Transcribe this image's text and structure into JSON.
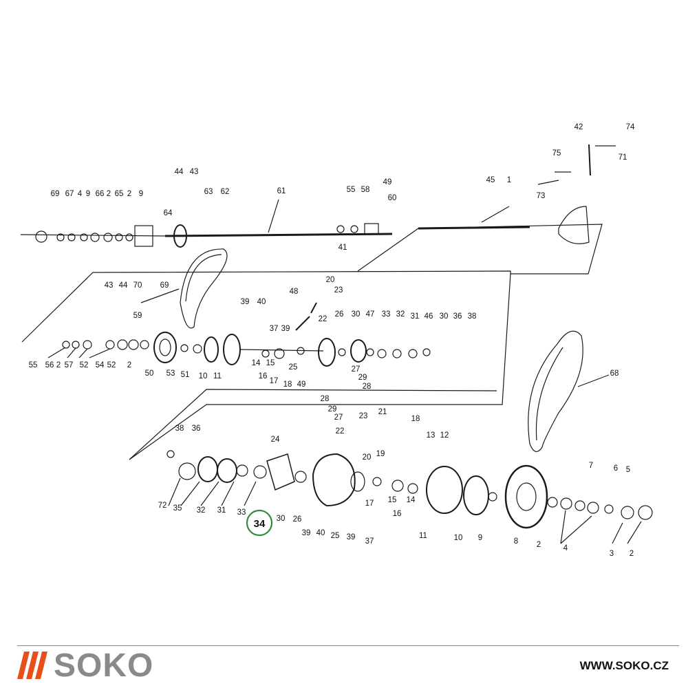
{
  "diagram": {
    "highlighted_callout": "34",
    "labels": {
      "g1": [
        "69",
        "67",
        "4",
        "9",
        "66",
        "2",
        "65",
        "2",
        "9",
        "44",
        "43",
        "63",
        "62",
        "64",
        "61",
        "55",
        "58",
        "49",
        "60",
        "41",
        "43",
        "44",
        "70",
        "69"
      ],
      "g2": [
        "45",
        "1",
        "42",
        "74",
        "71",
        "75",
        "73"
      ],
      "g3": [
        "59",
        "39",
        "40",
        "48",
        "20",
        "23",
        "37",
        "39",
        "26",
        "30",
        "47",
        "33",
        "32",
        "31",
        "46",
        "30",
        "36",
        "38",
        "22",
        "55",
        "56",
        "2",
        "57",
        "52",
        "54",
        "52",
        "2",
        "50",
        "53",
        "51",
        "10",
        "11",
        "14",
        "15",
        "16",
        "25",
        "17",
        "18",
        "49",
        "27",
        "29",
        "28"
      ],
      "g4": [
        "68"
      ],
      "g5": [
        "28",
        "29",
        "27",
        "23",
        "21",
        "18",
        "38",
        "36",
        "24",
        "22",
        "19",
        "13",
        "12",
        "20",
        "72",
        "35",
        "32",
        "31",
        "33",
        "30",
        "26",
        "39",
        "40",
        "25",
        "39",
        "37",
        "17",
        "15",
        "14",
        "16",
        "11",
        "10",
        "9",
        "8",
        "2",
        "7",
        "6",
        "5",
        "4",
        "3",
        "2"
      ]
    }
  },
  "footer": {
    "brand": "SOKO",
    "url": "WWW.SOKO.CZ"
  },
  "colors": {
    "line": "#1a1a1a",
    "highlight": "#2e8b3e",
    "brand_orange": "#e8501b",
    "brand_gray": "#8a8a8a"
  }
}
